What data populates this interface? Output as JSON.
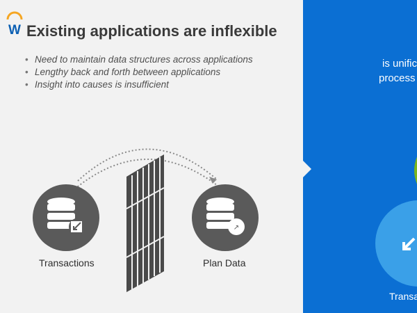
{
  "slide": {
    "title": "Existing applications are inflexible",
    "bullets": [
      "Need to maintain data structures across applications",
      "Lengthy back and forth between applications",
      "Insight into causes is insufficient"
    ],
    "left_caption": "Transactions",
    "right_caption": "Plan Data"
  },
  "right_panel": {
    "text_line_1": "is unific",
    "text_line_2": "process",
    "caption": "Transa"
  },
  "colors": {
    "accent_blue": "#0b6fd3",
    "logo_orange": "#f5a623",
    "logo_blue": "#0b5fb3",
    "circle_dark": "#5a5a5a",
    "green": "#7ab51d",
    "light_blue": "#3aa0e8"
  }
}
